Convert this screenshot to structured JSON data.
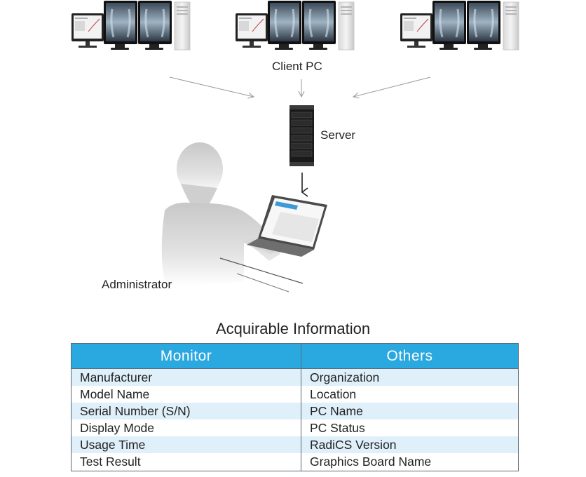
{
  "labels": {
    "client_pc": "Client PC",
    "server": "Server",
    "administrator": "Administrator"
  },
  "table": {
    "title": "Acquirable Information",
    "headers": [
      "Monitor",
      "Others"
    ],
    "rows": [
      [
        "Manufacturer",
        "Organization"
      ],
      [
        "Model Name",
        "Location"
      ],
      [
        "Serial Number (S/N)",
        "PC Name"
      ],
      [
        "Display Mode",
        "PC Status"
      ],
      [
        "Usage Time",
        "RadiCS Version"
      ],
      [
        "Test Result",
        "Graphics Board Name"
      ]
    ]
  },
  "colors": {
    "header_bg": "#2aa8e0",
    "row_alt_bg": "#dff0fa"
  }
}
